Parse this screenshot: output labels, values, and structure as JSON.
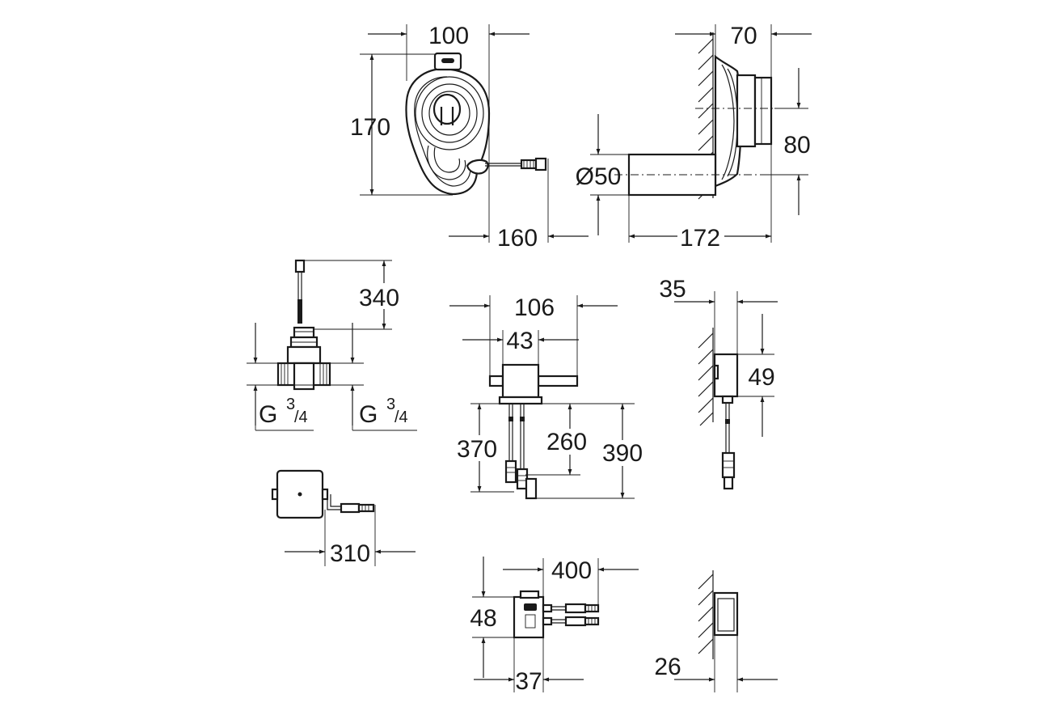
{
  "dimensions": {
    "siphon_width": "100",
    "siphon_height": "170",
    "siphon_cable": "160",
    "side_depth": "70",
    "side_offset": "80",
    "pipe_diameter": "Ø50",
    "pipe_length": "172",
    "valve_cable": "340",
    "valve_thread_left_main": "G",
    "valve_thread_left_num": "3",
    "valve_thread_left_den": "/4",
    "valve_thread_right_main": "G",
    "valve_thread_right_num": "3",
    "valve_thread_right_den": "/4",
    "box_cable": "310",
    "module_width": "106",
    "module_body": "43",
    "module_cable_a": "370",
    "module_cable_b": "260",
    "module_cable_c": "390",
    "side_module_depth": "35",
    "side_module_height": "49",
    "ps_cable": "400",
    "ps_height": "48",
    "ps_width": "37",
    "ps_side_depth": "26"
  },
  "icons": {
    "brand_mark": "grohe-logo-icon"
  }
}
